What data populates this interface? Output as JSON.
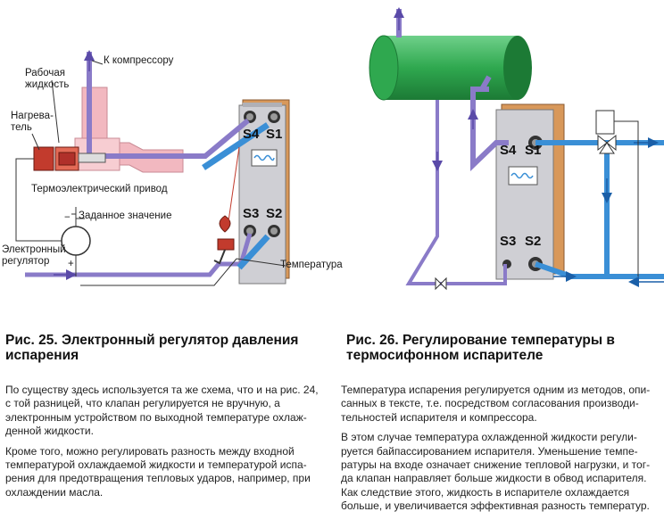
{
  "fig25": {
    "labels": {
      "compressor": "К компрессору",
      "working_fluid": "Рабочая\nжидкость",
      "heater": "Нагрева-\nтель",
      "actuator": "Термоэлектрический привод",
      "setpoint": "Заданное значение",
      "regulator": "Электронный\nрегулятор",
      "temperature": "Температура",
      "minus": "−",
      "plus": "+"
    },
    "ports": {
      "s1": "S1",
      "s2": "S2",
      "s3": "S3",
      "s4": "S4"
    },
    "caption": "Рис. 25. Электронный регулятор давления испарения",
    "paragraphs": [
      "По существу здесь используется та же схема, что и на рис. 24, с той разницей, что клапан регулируется не вручную, а электронным устройством по выходной температуре охлаж-денной жидкости.",
      "Кроме того, можно регулировать разность между входной температурой охлаждаемой жидкости и температурой испа-рения для предотвращения тепловых ударов, например, при охлаждении масла."
    ]
  },
  "fig26": {
    "ports": {
      "s1": "S1",
      "s2": "S2",
      "s3": "S3",
      "s4": "S4"
    },
    "caption": "Рис. 26. Регулирование температуры в термосифонном испарителе",
    "paragraphs": [
      "Температура испарения регулируется одним из методов, опи-санных в тексте, т.е. посредством согласования производи-тельностей испарителя и компрессора.",
      "В этом случае температура охлажденной жидкости регули-руется байпассированием испарителя. Уменьшение темпе-ратуры на входе означает снижение тепловой нагрузки, и тог-да клапан направляет больше жидкости в обвод испарителя. Как следствие этого, жидкость в испарителе охлаждается больше, и увеличивается эффективная разность температур."
    ]
  },
  "colors": {
    "refrigerant": "#8a7bc8",
    "water": "#3a8fd6",
    "plate": "#c9884d",
    "pipe_pink": "#f2b8c0",
    "tank_green": "#2fa84f"
  }
}
